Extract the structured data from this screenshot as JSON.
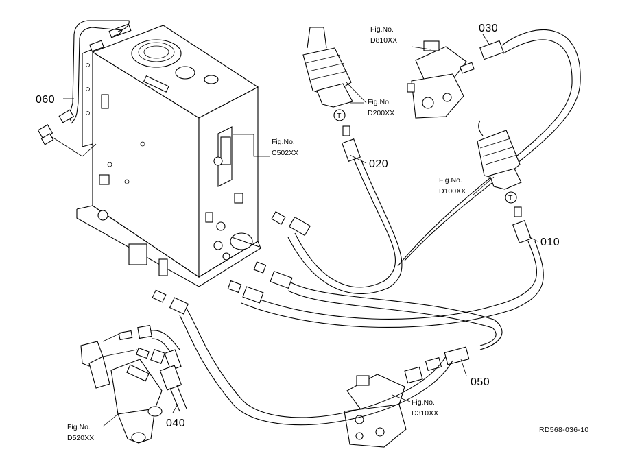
{
  "part_numbers": {
    "p010": "010",
    "p020": "020",
    "p030": "030",
    "p040": "040",
    "p050": "050",
    "p060": "060"
  },
  "figure_refs": [
    {
      "id": "d810",
      "caption": "Fig.No.",
      "code": "D810XX"
    },
    {
      "id": "d200",
      "caption": "Fig.No.",
      "code": "D200XX"
    },
    {
      "id": "c502",
      "caption": "Fig.No.",
      "code": "C502XX"
    },
    {
      "id": "d100",
      "caption": "Fig.No.",
      "code": "D100XX"
    },
    {
      "id": "d310",
      "caption": "Fig.No.",
      "code": "D310XX"
    },
    {
      "id": "d520",
      "caption": "Fig.No.",
      "code": "D520XX"
    }
  ],
  "drawing_ref": "RD568-036-10",
  "marker": "T"
}
